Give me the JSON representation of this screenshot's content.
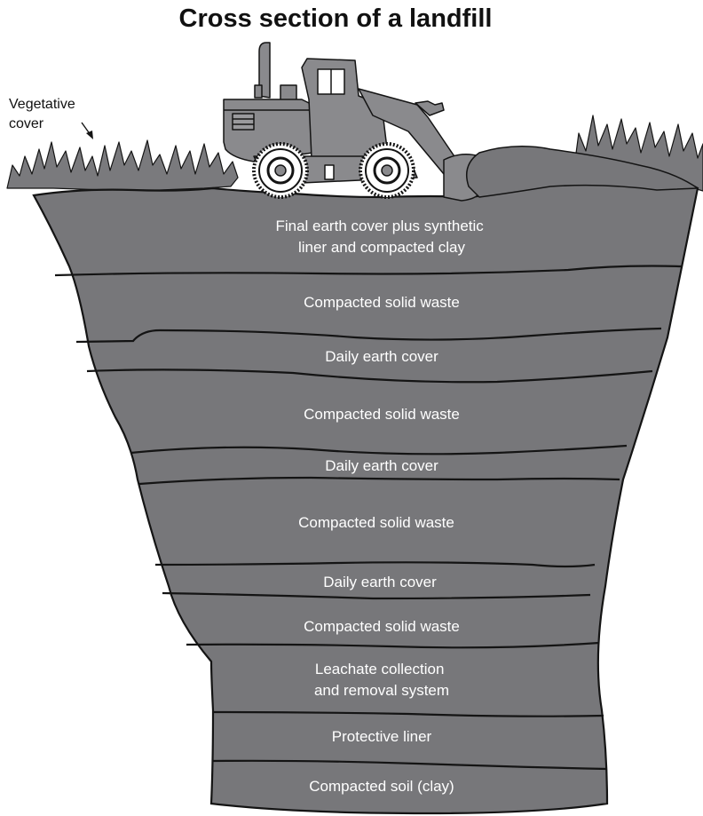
{
  "title": "Cross section of a landfill",
  "vegetative_cover_label": [
    "Vegetative",
    "cover"
  ],
  "layers": [
    {
      "label": [
        "Final earth cover plus synthetic",
        "liner and compacted clay"
      ]
    },
    {
      "label": [
        "Compacted solid waste"
      ]
    },
    {
      "label": [
        "Daily earth cover"
      ]
    },
    {
      "label": [
        "Compacted solid waste"
      ]
    },
    {
      "label": [
        "Daily earth cover"
      ]
    },
    {
      "label": [
        "Compacted solid waste"
      ]
    },
    {
      "label": [
        "Daily earth cover"
      ]
    },
    {
      "label": [
        "Compacted solid waste"
      ]
    },
    {
      "label": [
        "Leachate collection",
        "and removal system"
      ]
    },
    {
      "label": [
        "Protective liner"
      ]
    },
    {
      "label": [
        "Compacted soil (clay)"
      ]
    }
  ],
  "colors": {
    "fill": "#77777a",
    "grass": "#7a7a7d",
    "bulldozer": "#8a8a8d",
    "outline": "#141414"
  }
}
